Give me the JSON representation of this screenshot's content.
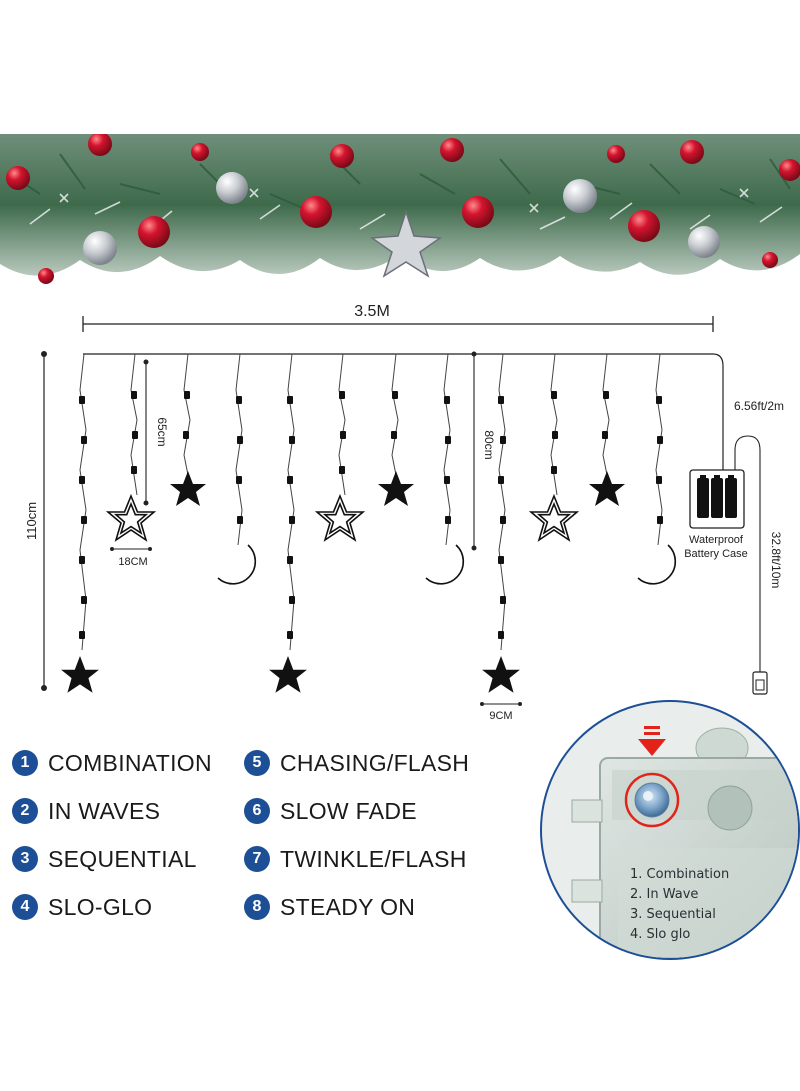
{
  "dimensions": {
    "width_total": "3.5M",
    "height_total": "110cm",
    "short_drop": "65cm",
    "long_drop": "80cm",
    "star_large": "18CM",
    "star_small": "9CM",
    "lead_cable": "6.56ft/2m",
    "usb_cable": "32.8ft/10m"
  },
  "battery_case": {
    "line1": "Waterproof",
    "line2": "Battery Case"
  },
  "modes": [
    {
      "num": "1",
      "label": "COMBINATION"
    },
    {
      "num": "2",
      "label": "IN WAVES"
    },
    {
      "num": "3",
      "label": "SEQUENTIAL"
    },
    {
      "num": "4",
      "label": "SLO-GLO"
    },
    {
      "num": "5",
      "label": "CHASING/FLASH"
    },
    {
      "num": "6",
      "label": "SLOW FADE"
    },
    {
      "num": "7",
      "label": "TWINKLE/FLASH"
    },
    {
      "num": "8",
      "label": "STEADY ON"
    }
  ],
  "battery_photo_list": [
    "1. Combination",
    "2. In Wave",
    "3. Sequential",
    "4. Slo glo"
  ],
  "colors": {
    "mode_badge": "#1d4f96",
    "ornament_red": "#c8102e",
    "ornament_silver": "#c9ccd1",
    "pine": "#3f6b4a",
    "arrow": "#e2231a"
  }
}
